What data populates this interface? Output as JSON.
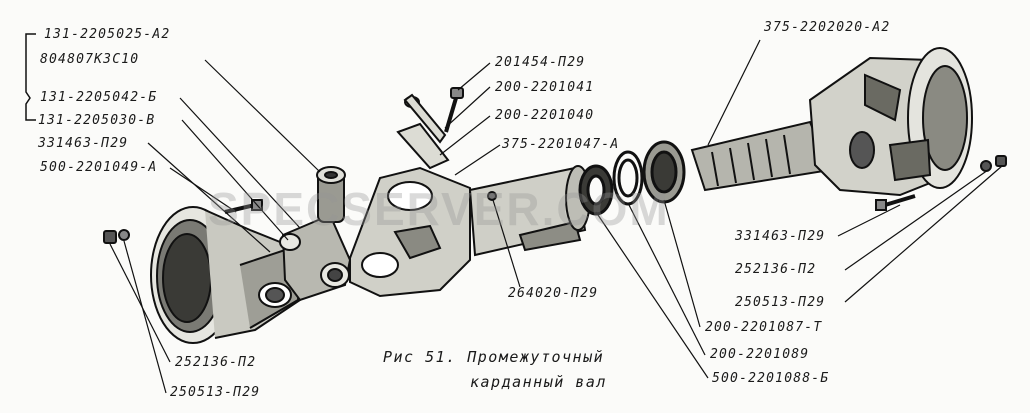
{
  "watermark": "SPECSERVER.COM",
  "caption": {
    "line1": "Рис 51. Промежуточный",
    "line2": "карданный вал"
  },
  "labels": {
    "l01": "131-2205025-А2",
    "l02": "804807К3С10",
    "l03": "131-2205042-Б",
    "l04": "131-2205030-В",
    "l05": "331463-П29",
    "l06": "500-2201049-А",
    "l07": "201454-П29",
    "l08": "200-2201041",
    "l09": "200-2201040",
    "l10": "375-2201047-А",
    "l11": "375-2202020-А2",
    "l12": "264020-П29",
    "l13": "331463-П29",
    "l14": "252136-П2",
    "l15": "250513-П29",
    "l16": "200-2201087-Т",
    "l17": "200-2201089",
    "l18": "500-2201088-Б",
    "l19": "252136-П2",
    "l20": "250513-П29"
  }
}
